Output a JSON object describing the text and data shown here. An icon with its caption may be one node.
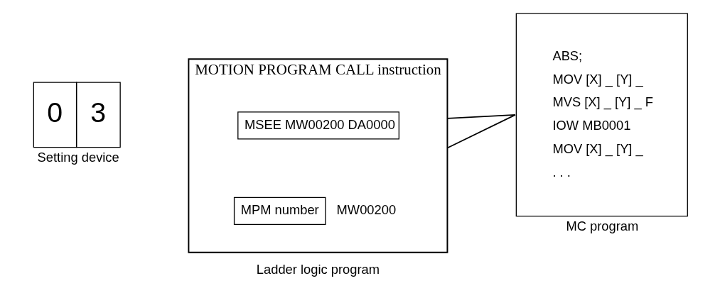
{
  "diagram": {
    "nodes": [
      {
        "text": [
          "0",
          "3"
        ],
        "beside": [
          "Setting device"
        ]
      },
      {
        "text": [
          "MOTION PROGRAM CALL instruction"
        ],
        "beside": [
          "Ladder logic program"
        ]
      },
      {
        "text": [
          "MSEE MW00200 DA0000"
        ],
        "in": 1
      },
      {
        "text": [
          "MPM number"
        ],
        "in": 1,
        "beside": [
          "MW00200"
        ]
      },
      {
        "text": [
          "ABS;",
          "MOV [X] _ [Y] _",
          "MVS [X] _ [Y] _ F",
          "IOW MB0001",
          "MOV [X] _ [Y] _",
          ". . ."
        ],
        "beside": [
          "MC program"
        ]
      }
    ],
    "edges": [
      {
        "from": 1,
        "to": 4,
        "arrow": "none"
      },
      {
        "from": 1,
        "to": 4,
        "arrow": "none"
      }
    ]
  }
}
